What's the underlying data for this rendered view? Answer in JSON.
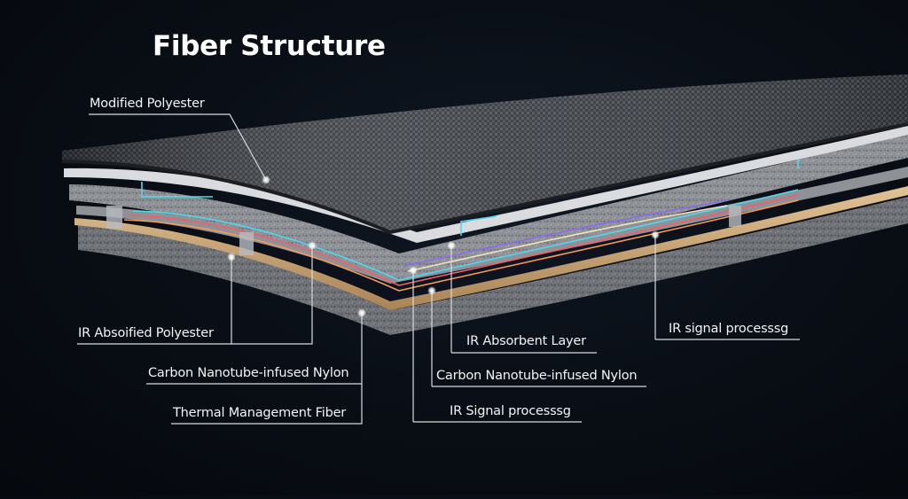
{
  "title": "Fiber Structure",
  "colors": {
    "background": "#070b11",
    "fabric_top": "#3a3d42",
    "foam": "#9a9c9f",
    "tan_layer": "#c9a67a",
    "callout_line": "#d8dadd",
    "wire_cyan": "#4fd8f0",
    "wire_red": "#f0606a",
    "wire_orange": "#f39a5c",
    "wire_purple": "#8a6cf0",
    "wire_cream": "#f3e2c4"
  },
  "layers": [
    {
      "id": "top-fabric",
      "description_icon": "woven-fabric"
    },
    {
      "id": "white-film-upper"
    },
    {
      "id": "foam-upper"
    },
    {
      "id": "white-film-lower"
    },
    {
      "id": "tan-layer"
    },
    {
      "id": "foam-base"
    }
  ],
  "callouts": [
    {
      "id": "modified-polyester",
      "text": "Modified Polyester"
    },
    {
      "id": "ir-absoified-polyester",
      "text": "IR Absoified Polyester"
    },
    {
      "id": "carbon-nanotube-left",
      "text": "Carbon Nanotube-infused Nylon"
    },
    {
      "id": "thermal-management",
      "text": "Thermal Management Fiber"
    },
    {
      "id": "ir-absorbent-layer",
      "text": "IR Absorbent Layer"
    },
    {
      "id": "carbon-nanotube-right",
      "text": "Carbon Nanotube-infused Nylon"
    },
    {
      "id": "ir-signal-left",
      "text": "IR Signal processsg"
    },
    {
      "id": "ir-signal-right",
      "text": "IR signal processsg"
    }
  ]
}
